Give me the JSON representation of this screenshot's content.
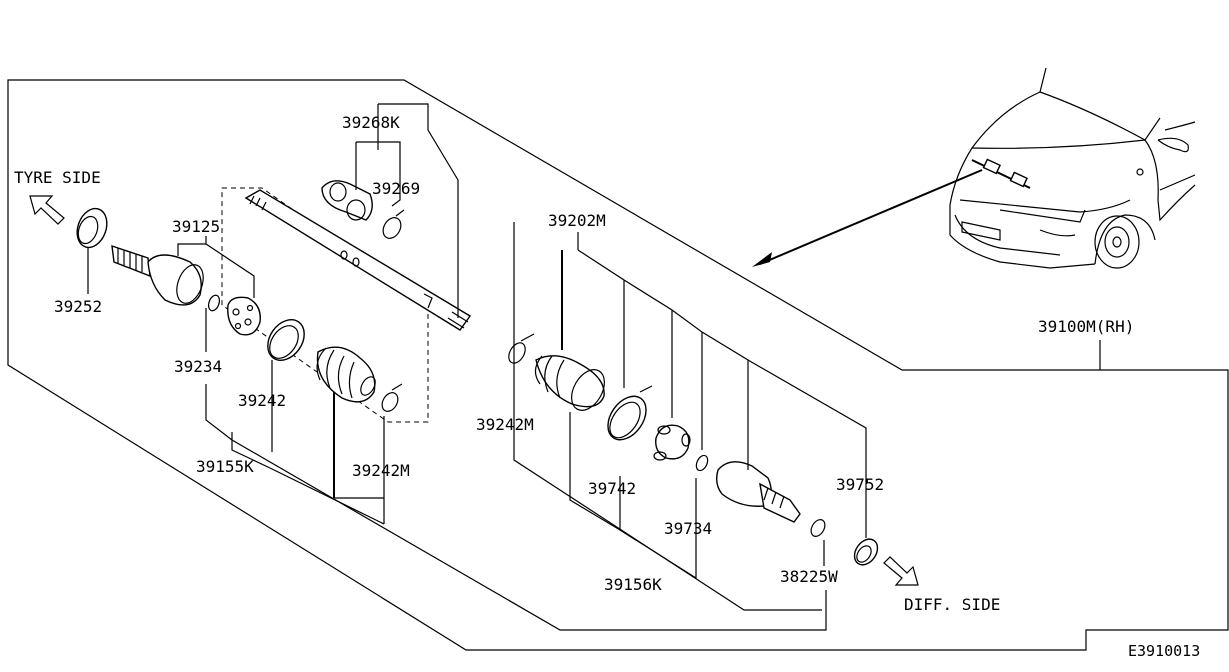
{
  "labels": {
    "tyre_side": "TYRE SIDE",
    "diff_side": "DIFF. SIDE",
    "assembly": "39100M(RH)",
    "p39268k": "39268K",
    "p39269": "39269",
    "p39125": "39125",
    "p39252": "39252",
    "p39234": "39234",
    "p39242": "39242",
    "p39155k": "39155K",
    "p39242m_left": "39242M",
    "p39202m": "39202M",
    "p39242m_right": "39242M",
    "p39742": "39742",
    "p39734": "39734",
    "p39156k": "39156K",
    "p39752": "39752",
    "p38225w": "38225W",
    "drawing_code": "E3910013"
  },
  "icons": {
    "tyre_arrow": "arrow-up-left-icon",
    "diff_arrow": "arrow-down-right-icon",
    "car": "car-outline-icon"
  },
  "colors": {
    "line": "#000000",
    "background": "#ffffff"
  }
}
